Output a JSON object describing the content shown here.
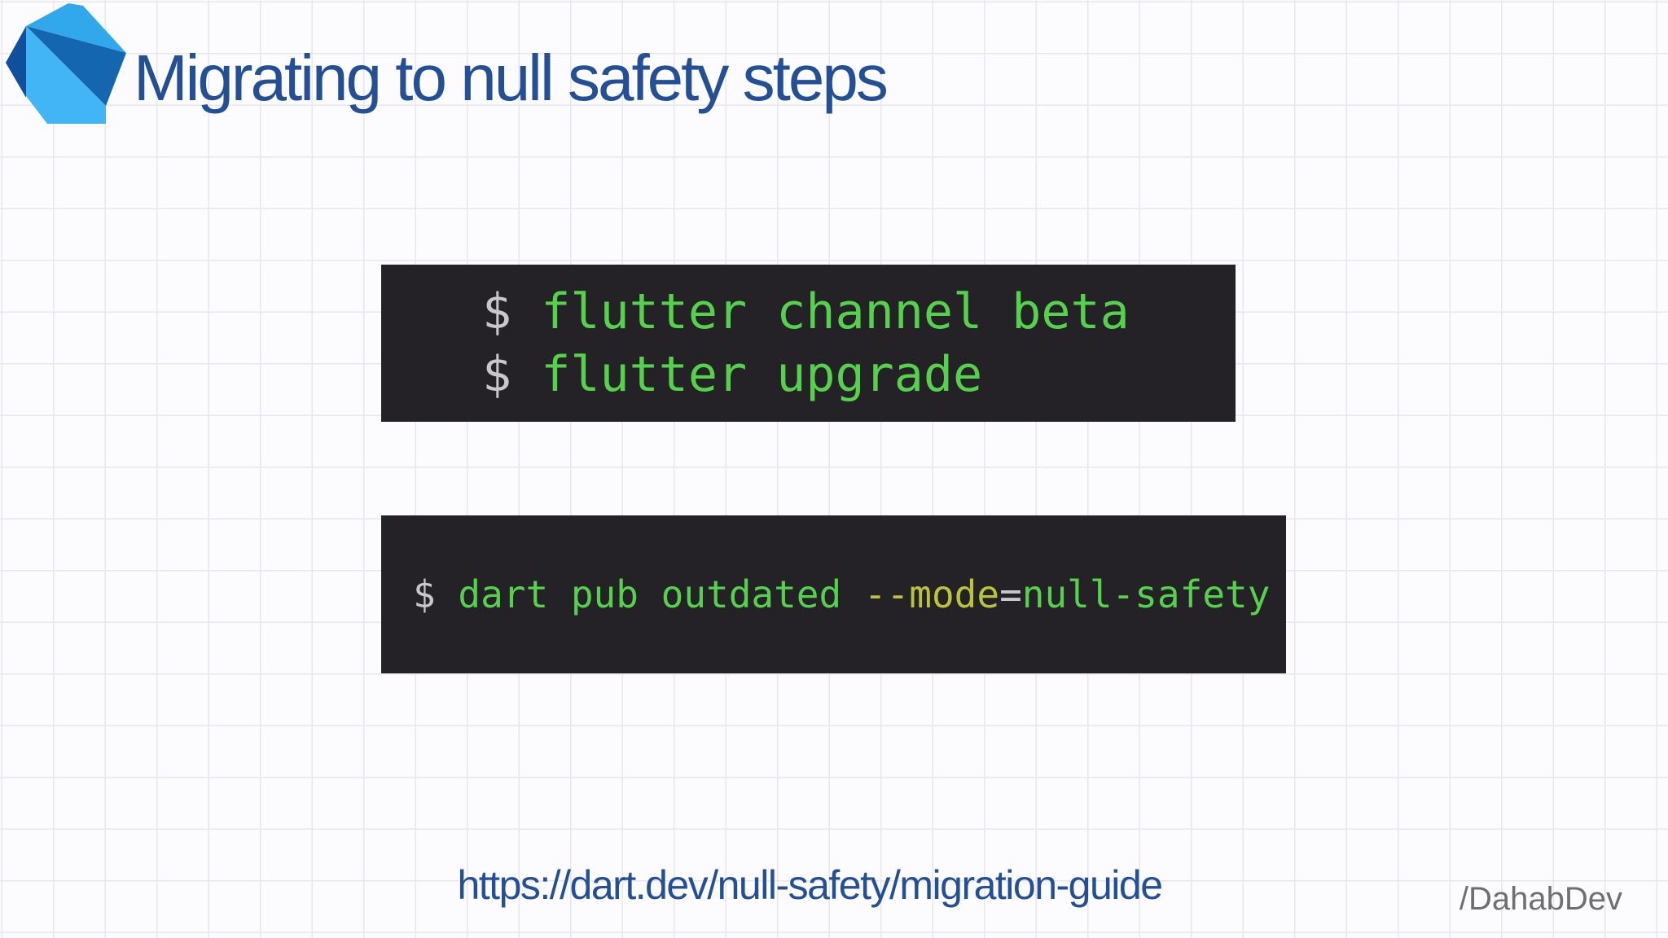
{
  "slide": {
    "title": "Migrating to null safety steps",
    "url": "https://dart.dev/null-safety/migration-guide",
    "watermark": "/DahabDev",
    "logo": "dart-logo"
  },
  "terminals": [
    {
      "id": "terminal-block-1",
      "lines": [
        [
          {
            "name": "shell-prompt",
            "text": "$ ",
            "color": "gray"
          },
          {
            "name": "command-text",
            "text": "flutter channel beta",
            "color": "green"
          }
        ],
        [
          {
            "name": "shell-prompt",
            "text": "$ ",
            "color": "gray"
          },
          {
            "name": "command-text",
            "text": "flutter upgrade",
            "color": "green"
          }
        ]
      ]
    },
    {
      "id": "terminal-block-2",
      "lines": [
        [
          {
            "name": "shell-prompt",
            "text": "$ ",
            "color": "gray"
          },
          {
            "name": "command-text",
            "text": "dart pub outdated ",
            "color": "green"
          },
          {
            "name": "flag-text",
            "text": "--mode",
            "color": "yellow"
          },
          {
            "name": "operator-text",
            "text": "=",
            "color": "gray"
          },
          {
            "name": "command-text",
            "text": "null-safety",
            "color": "green"
          }
        ]
      ]
    }
  ],
  "colors": {
    "page_bg": "#fcfbfd",
    "grid_line": "#e9e6ee",
    "title_blue": "#234f97",
    "terminal_bg": "#242226",
    "code_green": "#55d24b",
    "code_yellow": "#b9c43a",
    "code_gray": "#c9c7cb",
    "watermark_gray": "#6f6f73",
    "logo_light_top": "#31a7ec",
    "logo_light_body": "#41b5f5",
    "logo_mid_blue": "#1566b1",
    "logo_navy": "#0f4f9e"
  }
}
